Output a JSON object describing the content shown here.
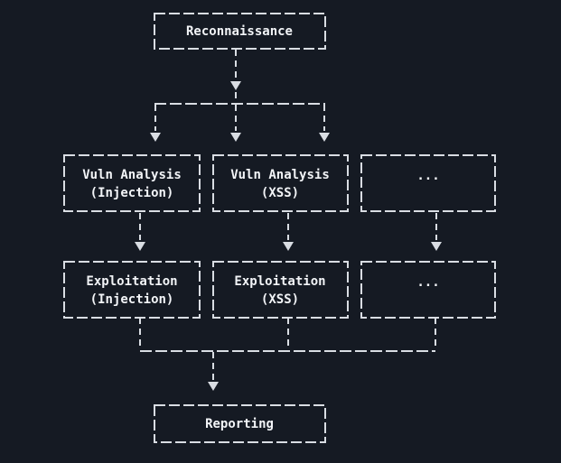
{
  "diagram": {
    "type": "flowchart",
    "colors": {
      "background": "#151a23",
      "line": "#d9dde3",
      "text": "#f2f4f7"
    },
    "nodes": {
      "reconnaissance": {
        "label": "Reconnaissance"
      },
      "vuln_injection": {
        "line1": "Vuln Analysis",
        "line2": "(Injection)"
      },
      "vuln_xss": {
        "line1": "Vuln Analysis",
        "line2": "(XSS)"
      },
      "vuln_other": {
        "label": "..."
      },
      "exploit_injection": {
        "line1": "Exploitation",
        "line2": "(Injection)"
      },
      "exploit_xss": {
        "line1": "Exploitation",
        "line2": "(XSS)"
      },
      "exploit_other": {
        "label": "..."
      },
      "reporting": {
        "label": "Reporting"
      }
    },
    "edges": [
      {
        "from": "reconnaissance",
        "to": "vuln_injection"
      },
      {
        "from": "reconnaissance",
        "to": "vuln_xss"
      },
      {
        "from": "reconnaissance",
        "to": "vuln_other"
      },
      {
        "from": "vuln_injection",
        "to": "exploit_injection"
      },
      {
        "from": "vuln_xss",
        "to": "exploit_xss"
      },
      {
        "from": "vuln_other",
        "to": "exploit_other"
      },
      {
        "from": "exploit_injection",
        "to": "reporting"
      },
      {
        "from": "exploit_xss",
        "to": "reporting"
      },
      {
        "from": "exploit_other",
        "to": "reporting"
      }
    ]
  }
}
